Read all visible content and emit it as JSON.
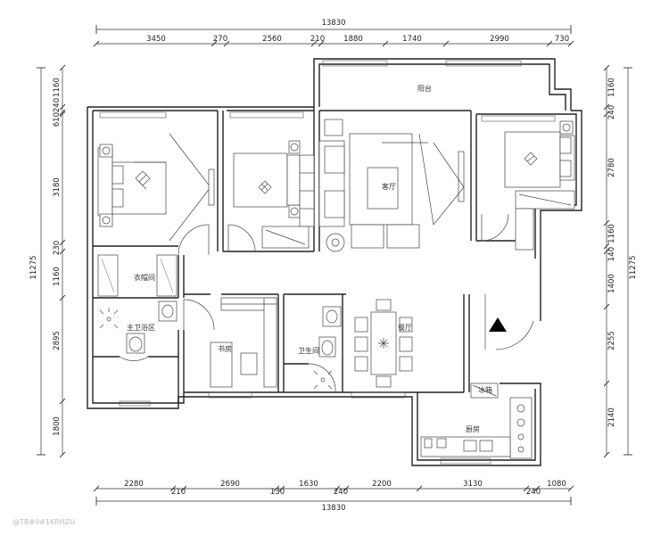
{
  "dimensions": {
    "top_total": "13830",
    "top_segments": [
      "3450",
      "270",
      "2560",
      "210",
      "1880",
      "1740",
      "2990",
      "730"
    ],
    "bottom_total": "13830",
    "bottom_segments": [
      "2280",
      "210",
      "2690",
      "130",
      "1630",
      "240",
      "2200",
      "3130",
      "240",
      "1080"
    ],
    "left_total": "11275",
    "left_segments": [
      "1160",
      "610",
      "240",
      "3180",
      "230",
      "1160",
      "2895",
      "1800"
    ],
    "right_total": "11275",
    "right_segments": [
      "1160",
      "240",
      "2780",
      "1160",
      "140",
      "1400",
      "2255",
      "2140"
    ]
  },
  "rooms": {
    "balcony": "阳台",
    "living": "客厅",
    "cloakroom": "衣帽间",
    "master_bath": "主卫浴区",
    "bathroom": "卫生间",
    "dining": "餐厅",
    "kitchen": "厨房",
    "fridge": "冰箱",
    "study": "书房"
  },
  "watermark": "@TB#0#1KRHZU"
}
